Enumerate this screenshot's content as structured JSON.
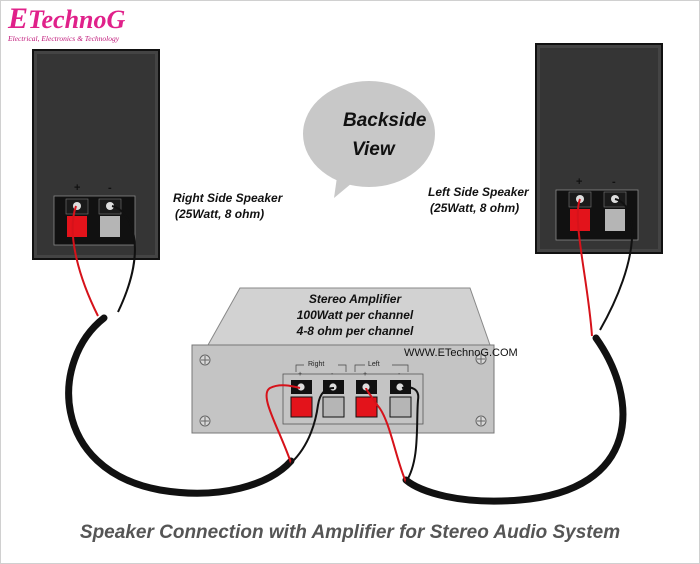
{
  "logo": {
    "initial": "E",
    "name": "TechnoG",
    "tagline": "Electrical, Electronics & Technology"
  },
  "bubble": {
    "line1": "Backside",
    "line2": "View"
  },
  "right_speaker": {
    "name": "Right Side Speaker",
    "spec": "(25Watt, 8 ohm)",
    "plus": "+",
    "minus": "-"
  },
  "left_speaker": {
    "name": "Left Side Speaker",
    "spec": "(25Watt, 8 ohm)",
    "plus": "+",
    "minus": "-"
  },
  "amplifier": {
    "title": "Stereo Amplifier",
    "line2": "100Watt per channel",
    "line3": "4-8 ohm per channel",
    "right_label": "Right",
    "left_label": "Left",
    "plus": "+",
    "minus": "-"
  },
  "watermark": "WWW.ETechnoG.COM",
  "caption": "Speaker Connection with Amplifier for Stereo Audio System",
  "colors": {
    "positive_wire": "#d6121a",
    "negative_wire": "#111111",
    "speaker_body": "#333333",
    "terminal_red": "#e3131b",
    "terminal_grey": "#b5b5b5",
    "amp_panel": "#c8c8c8",
    "logo": "#e0218a"
  }
}
